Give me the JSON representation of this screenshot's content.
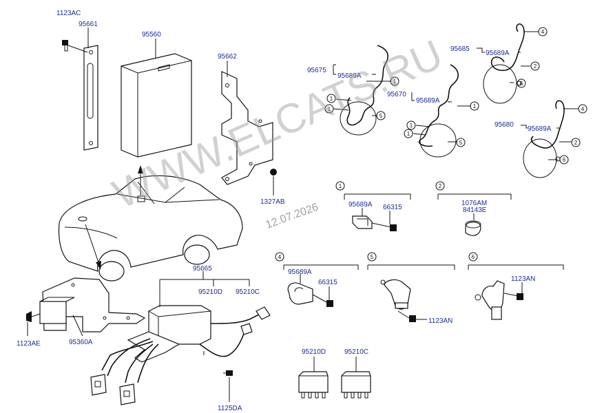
{
  "watermark": {
    "site": "WWW.ELCATS.RU",
    "date": "12.07.2026"
  },
  "labels": {
    "l_1123AC": "1123AC",
    "l_95661": "95661",
    "l_95560": "95560",
    "l_95662": "95662",
    "l_1327AB": "1327AB",
    "l_95675": "95675",
    "l_95689A_1": "95689A",
    "l_95670": "95670",
    "l_95689A_2": "95689A",
    "l_95685": "95685",
    "l_95689A_3": "95689A",
    "l_95680": "95680",
    "l_95689A_4": "95689A",
    "l_95665": "95665",
    "l_95210D": "95210D",
    "l_95210C": "95210C",
    "l_95360A": "95360A",
    "l_1123AE": "1123AE",
    "l_1125DA": "1125DA",
    "d1_95689A": "95689A",
    "d1_66315": "66315",
    "d2_1076AM": "1076AM",
    "d2_84143E": "84143E",
    "d4_95689A": "95689A",
    "d4_66315": "66315",
    "d5_1123AN": "1123AN",
    "d6_1123AN": "1123AN",
    "relay_95210D": "95210D",
    "relay_95210C": "95210C"
  },
  "callouts": [
    "1",
    "2",
    "4",
    "5",
    "6"
  ]
}
